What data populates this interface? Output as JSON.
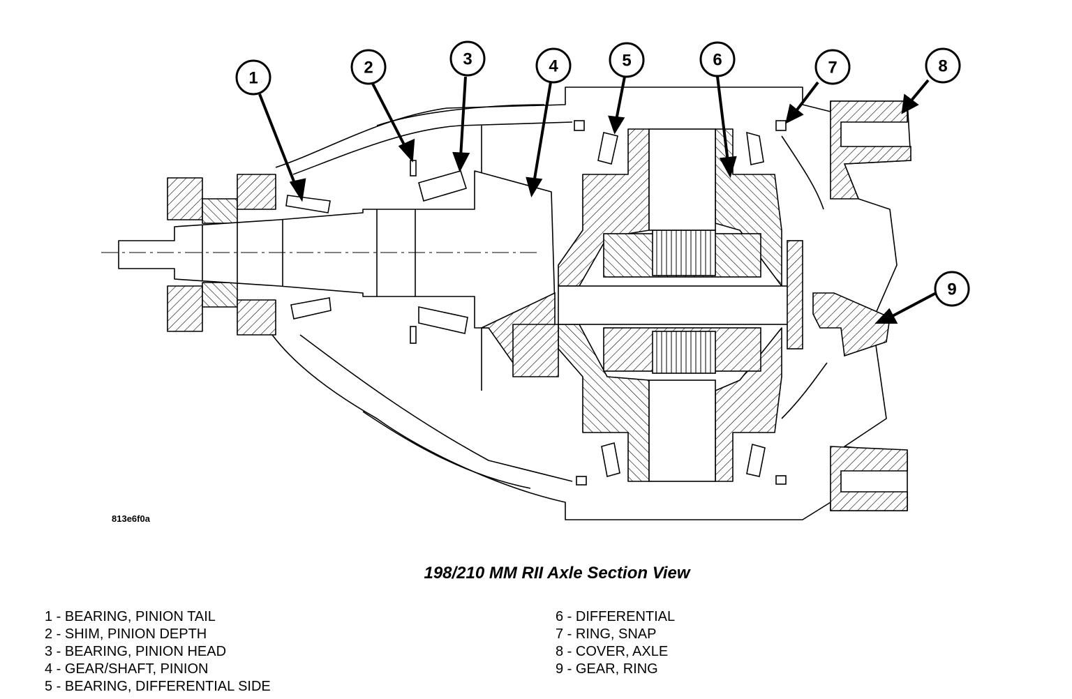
{
  "figure_code": "813e6f0a",
  "title": "198/210 MM RII Axle Section View",
  "callouts": [
    "1",
    "2",
    "3",
    "4",
    "5",
    "6",
    "7",
    "8",
    "9"
  ],
  "legend": [
    "1 - BEARING, PINION TAIL",
    "2 - SHIM, PINION DEPTH",
    "3 - BEARING, PINION HEAD",
    "4 - GEAR/SHAFT, PINION",
    "5 - BEARING, DIFFERENTIAL SIDE",
    "6 - DIFFERENTIAL",
    "7 - RING, SNAP",
    "8 - COVER, AXLE",
    "9 - GEAR, RING"
  ]
}
